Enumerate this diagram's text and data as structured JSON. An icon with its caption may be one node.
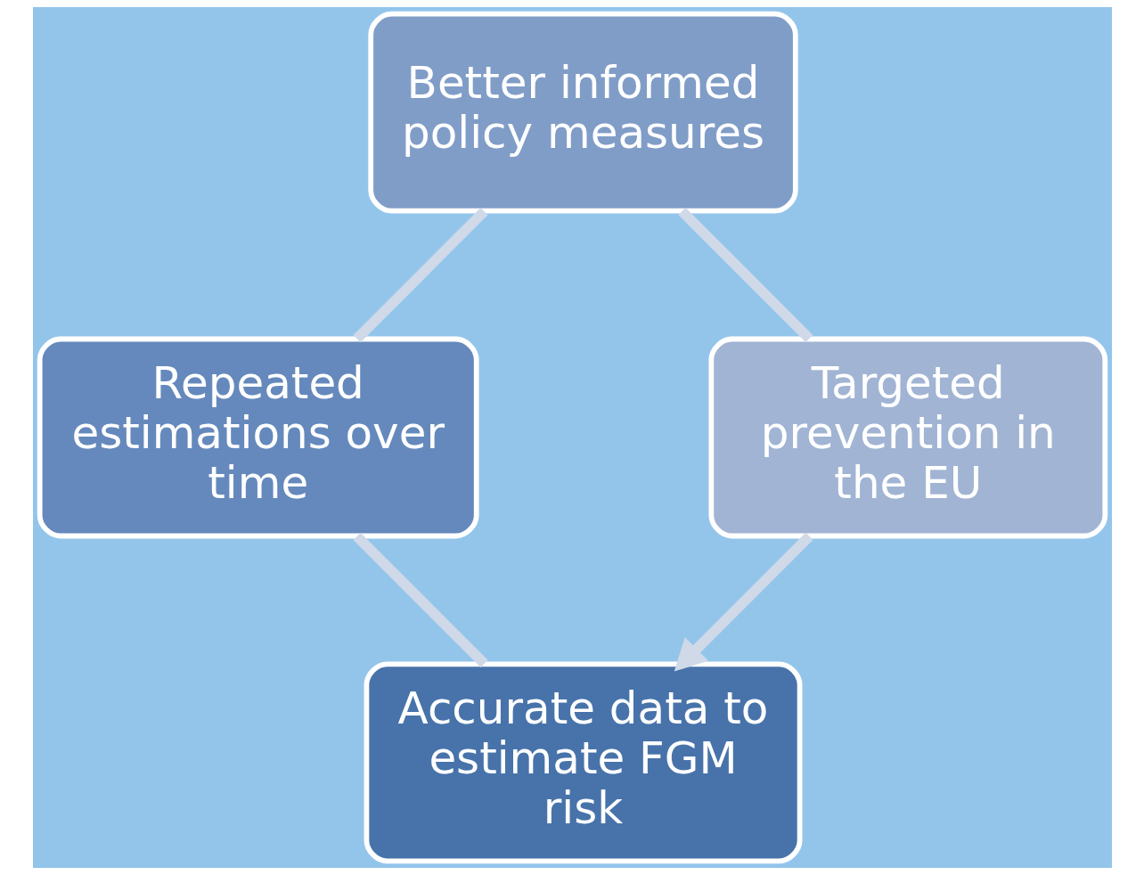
{
  "diagram": {
    "nodes": [
      {
        "text": [
          "Accurate data to estimate FGM risk"
        ]
      },
      {
        "text": [
          "Repeated estimations over time"
        ]
      },
      {
        "text": [
          "Better informed policy measures"
        ]
      },
      {
        "text": [
          "Targeted prevention in the EU"
        ]
      }
    ],
    "edges": [
      {
        "from": 0,
        "to": 1,
        "arrow": "none"
      },
      {
        "from": 1,
        "to": 2,
        "arrow": "none"
      },
      {
        "from": 2,
        "to": 3,
        "arrow": "none"
      },
      {
        "from": 3,
        "to": 0,
        "arrow": "to"
      }
    ]
  }
}
